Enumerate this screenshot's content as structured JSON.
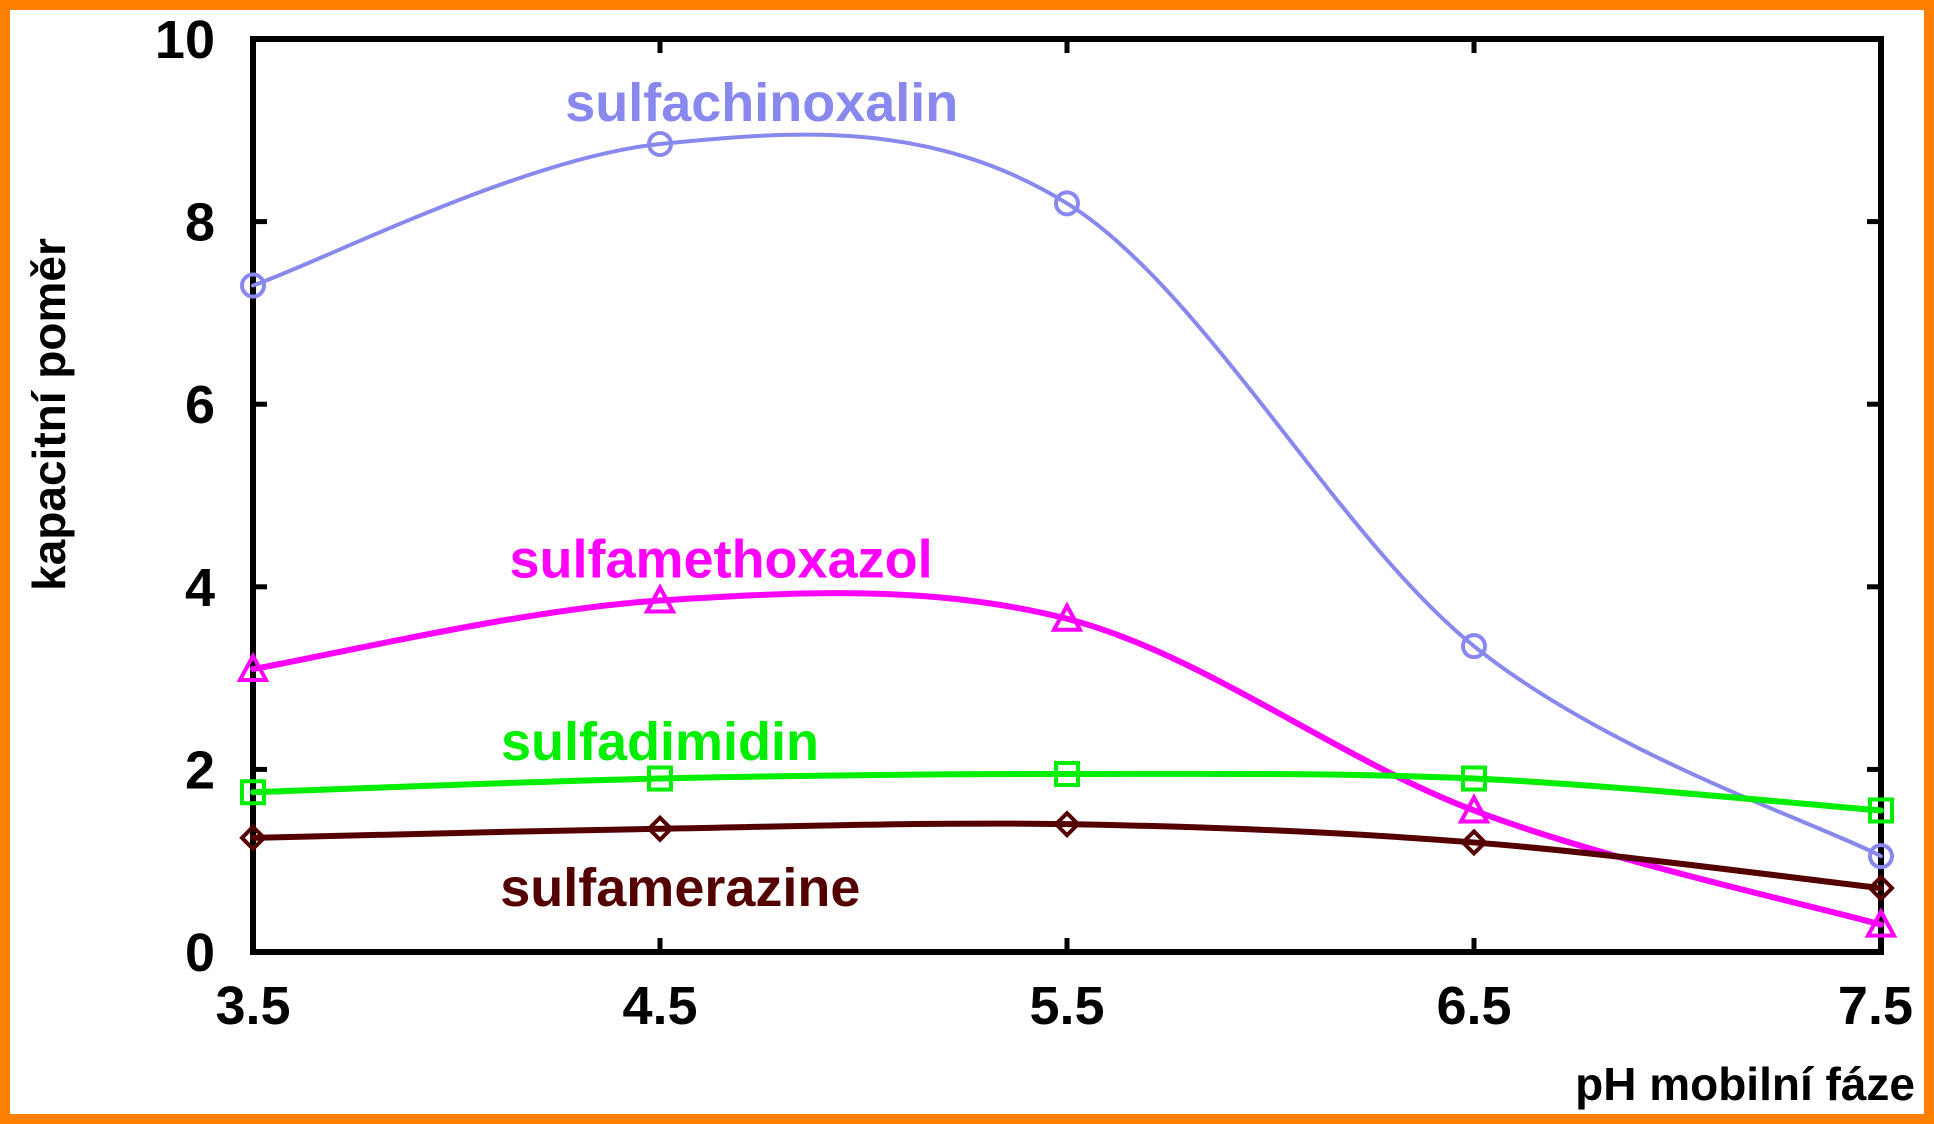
{
  "chart_data": {
    "type": "line",
    "title": "",
    "xlabel": "pH mobilní fáze",
    "ylabel": "kapacitní poměr",
    "x": [
      3.5,
      4.5,
      5.5,
      6.5,
      7.5
    ],
    "x_ticks": [
      "3.5",
      "4.5",
      "5.5",
      "6.5",
      "7.5"
    ],
    "y_ticks": [
      "0",
      "2",
      "4",
      "6",
      "8",
      "10"
    ],
    "xlim": [
      3.5,
      7.5
    ],
    "ylim": [
      0,
      10
    ],
    "grid": false,
    "legend": "inline labels",
    "series": [
      {
        "name": "sulfachinoxalin",
        "color": "#8888EE",
        "marker": "circle",
        "values": [
          7.3,
          8.85,
          8.2,
          3.35,
          1.05
        ],
        "label_x": 4.75,
        "label_y": 9.3
      },
      {
        "name": "sulfamethoxazol",
        "color": "#FF00FF",
        "marker": "triangle",
        "values": [
          3.1,
          3.85,
          3.65,
          1.55,
          0.3
        ],
        "label_x": 4.65,
        "label_y": 4.3
      },
      {
        "name": "sulfadimidin",
        "color": "#00EE00",
        "marker": "square",
        "values": [
          1.75,
          1.9,
          1.95,
          1.9,
          1.55
        ],
        "label_x": 4.5,
        "label_y": 2.3
      },
      {
        "name": "sulfamerazine",
        "color": "#550000",
        "marker": "diamond",
        "values": [
          1.25,
          1.35,
          1.4,
          1.2,
          0.7
        ],
        "label_x": 4.55,
        "label_y": 0.7
      }
    ]
  }
}
